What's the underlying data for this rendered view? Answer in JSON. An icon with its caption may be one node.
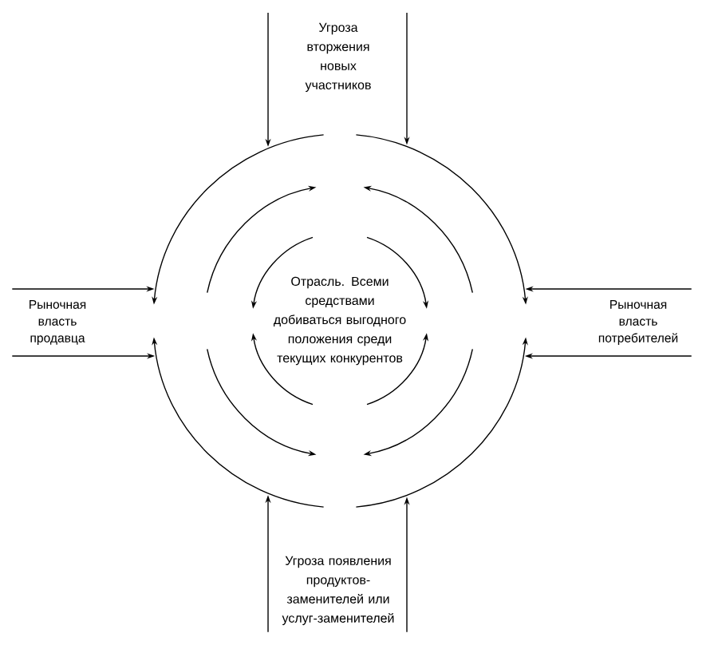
{
  "diagram": {
    "nodes": [
      {
        "text": [
          "Угроза вторжения новых участников"
        ]
      },
      {
        "text": [
          "Рыночная власть продавца"
        ]
      },
      {
        "text": [],
        "shape": "circle"
      },
      {
        "text": [
          "Отрасль. Всеми средствами добиваться выгодного положения среди текущих конкурентов"
        ],
        "in": 2
      },
      {
        "text": [
          "Рыночная власть потребителей"
        ]
      },
      {
        "text": [
          "Угроза появления продуктов-заменителей или услуг-заменителей"
        ]
      }
    ],
    "edges": [
      {
        "from": null,
        "to": 2,
        "arrow": "to"
      },
      {
        "from": null,
        "to": 2,
        "arrow": "to"
      },
      {
        "from": 1,
        "to": 2,
        "arrow": "to"
      },
      {
        "from": 1,
        "to": 2,
        "arrow": "to"
      },
      {
        "from": 4,
        "to": 2,
        "arrow": "to"
      },
      {
        "from": 4,
        "to": 2,
        "arrow": "to"
      },
      {
        "from": 5,
        "to": 2,
        "arrow": "to"
      },
      {
        "from": 5,
        "to": 2,
        "arrow": "to"
      }
    ]
  }
}
